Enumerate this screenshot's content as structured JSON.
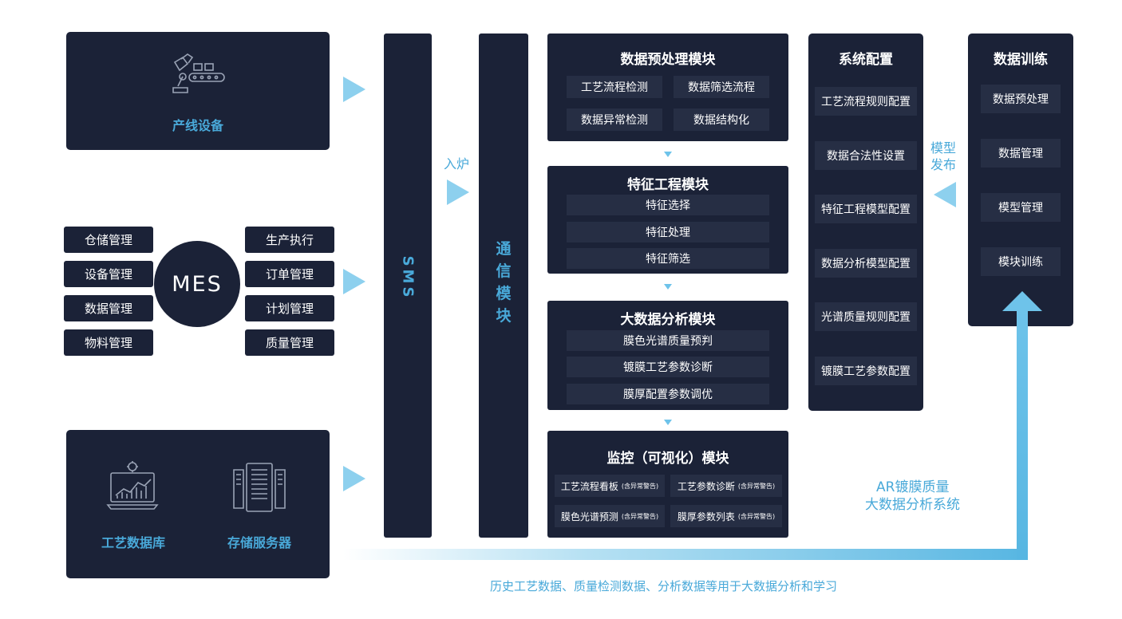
{
  "sources": {
    "equipment_label": "产线设备",
    "mes_label": "MES",
    "mes_left": [
      "仓储管理",
      "设备管理",
      "数据管理",
      "物料管理"
    ],
    "mes_right": [
      "生产执行",
      "订单管理",
      "计划管理",
      "质量管理"
    ],
    "db_label": "工艺数据库",
    "storage_label": "存储服务器"
  },
  "sms_label": "SMS",
  "entry_label": "入炉",
  "comm_label": "通信模块",
  "preprocess": {
    "title": "数据预处理模块",
    "items": [
      "工艺流程检测",
      "数据筛选流程",
      "数据异常检测",
      "数据结构化"
    ]
  },
  "feature": {
    "title": "特征工程模块",
    "items": [
      "特征选择",
      "特征处理",
      "特征筛选"
    ]
  },
  "analysis": {
    "title": "大数据分析模块",
    "items": [
      "膜色光谱质量预判",
      "镀膜工艺参数诊断",
      "膜厚配置参数调优"
    ]
  },
  "monitor": {
    "title": "监控（可视化）模块",
    "items": [
      {
        "label": "工艺流程看板",
        "note": "(含异常警告)"
      },
      {
        "label": "工艺参数诊断",
        "note": "(含异常警告)"
      },
      {
        "label": "膜色光谱预测",
        "note": "(含异常警告)"
      },
      {
        "label": "膜厚参数列表",
        "note": "(含异常警告)"
      }
    ]
  },
  "config": {
    "title": "系统配置",
    "items": [
      "工艺流程规则配置",
      "数据合法性设置",
      "特征工程模型配置",
      "数据分析模型配置",
      "光谱质量规则配置",
      "镀膜工艺参数配置"
    ]
  },
  "publish_label": [
    "模型",
    "发布"
  ],
  "training": {
    "title": "数据训练",
    "items": [
      "数据预处理",
      "数据管理",
      "模型管理",
      "模块训练"
    ]
  },
  "system_name": [
    "AR镀膜质量",
    "大数据分析系统"
  ],
  "footer": "历史工艺数据、质量检测数据、分析数据等用于大数据分析和学习",
  "colors": {
    "dark": "#1b2237",
    "cell": "#262e44",
    "accent": "#49a9d9",
    "arrow": "#8dd0ee"
  },
  "icons": [
    "robot-arm-conveyor-icon",
    "database-chart-icon",
    "server-rack-icon"
  ]
}
